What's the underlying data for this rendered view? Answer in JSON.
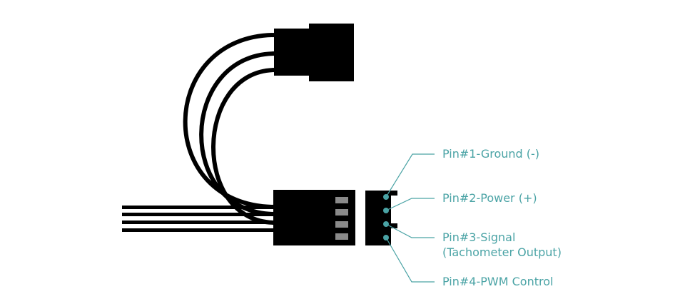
{
  "colors": {
    "cable": "#000000",
    "accent": "#4aa3a5",
    "pin_slot": "#8a8a8a",
    "background": "#ffffff"
  },
  "pins": [
    {
      "label": "Pin#1-Ground (-)"
    },
    {
      "label": "Pin#2-Power (+)"
    },
    {
      "label": "Pin#3-Signal",
      "sublabel": "(Tachometer Output)"
    },
    {
      "label": "Pin#4-PWM Control"
    }
  ]
}
